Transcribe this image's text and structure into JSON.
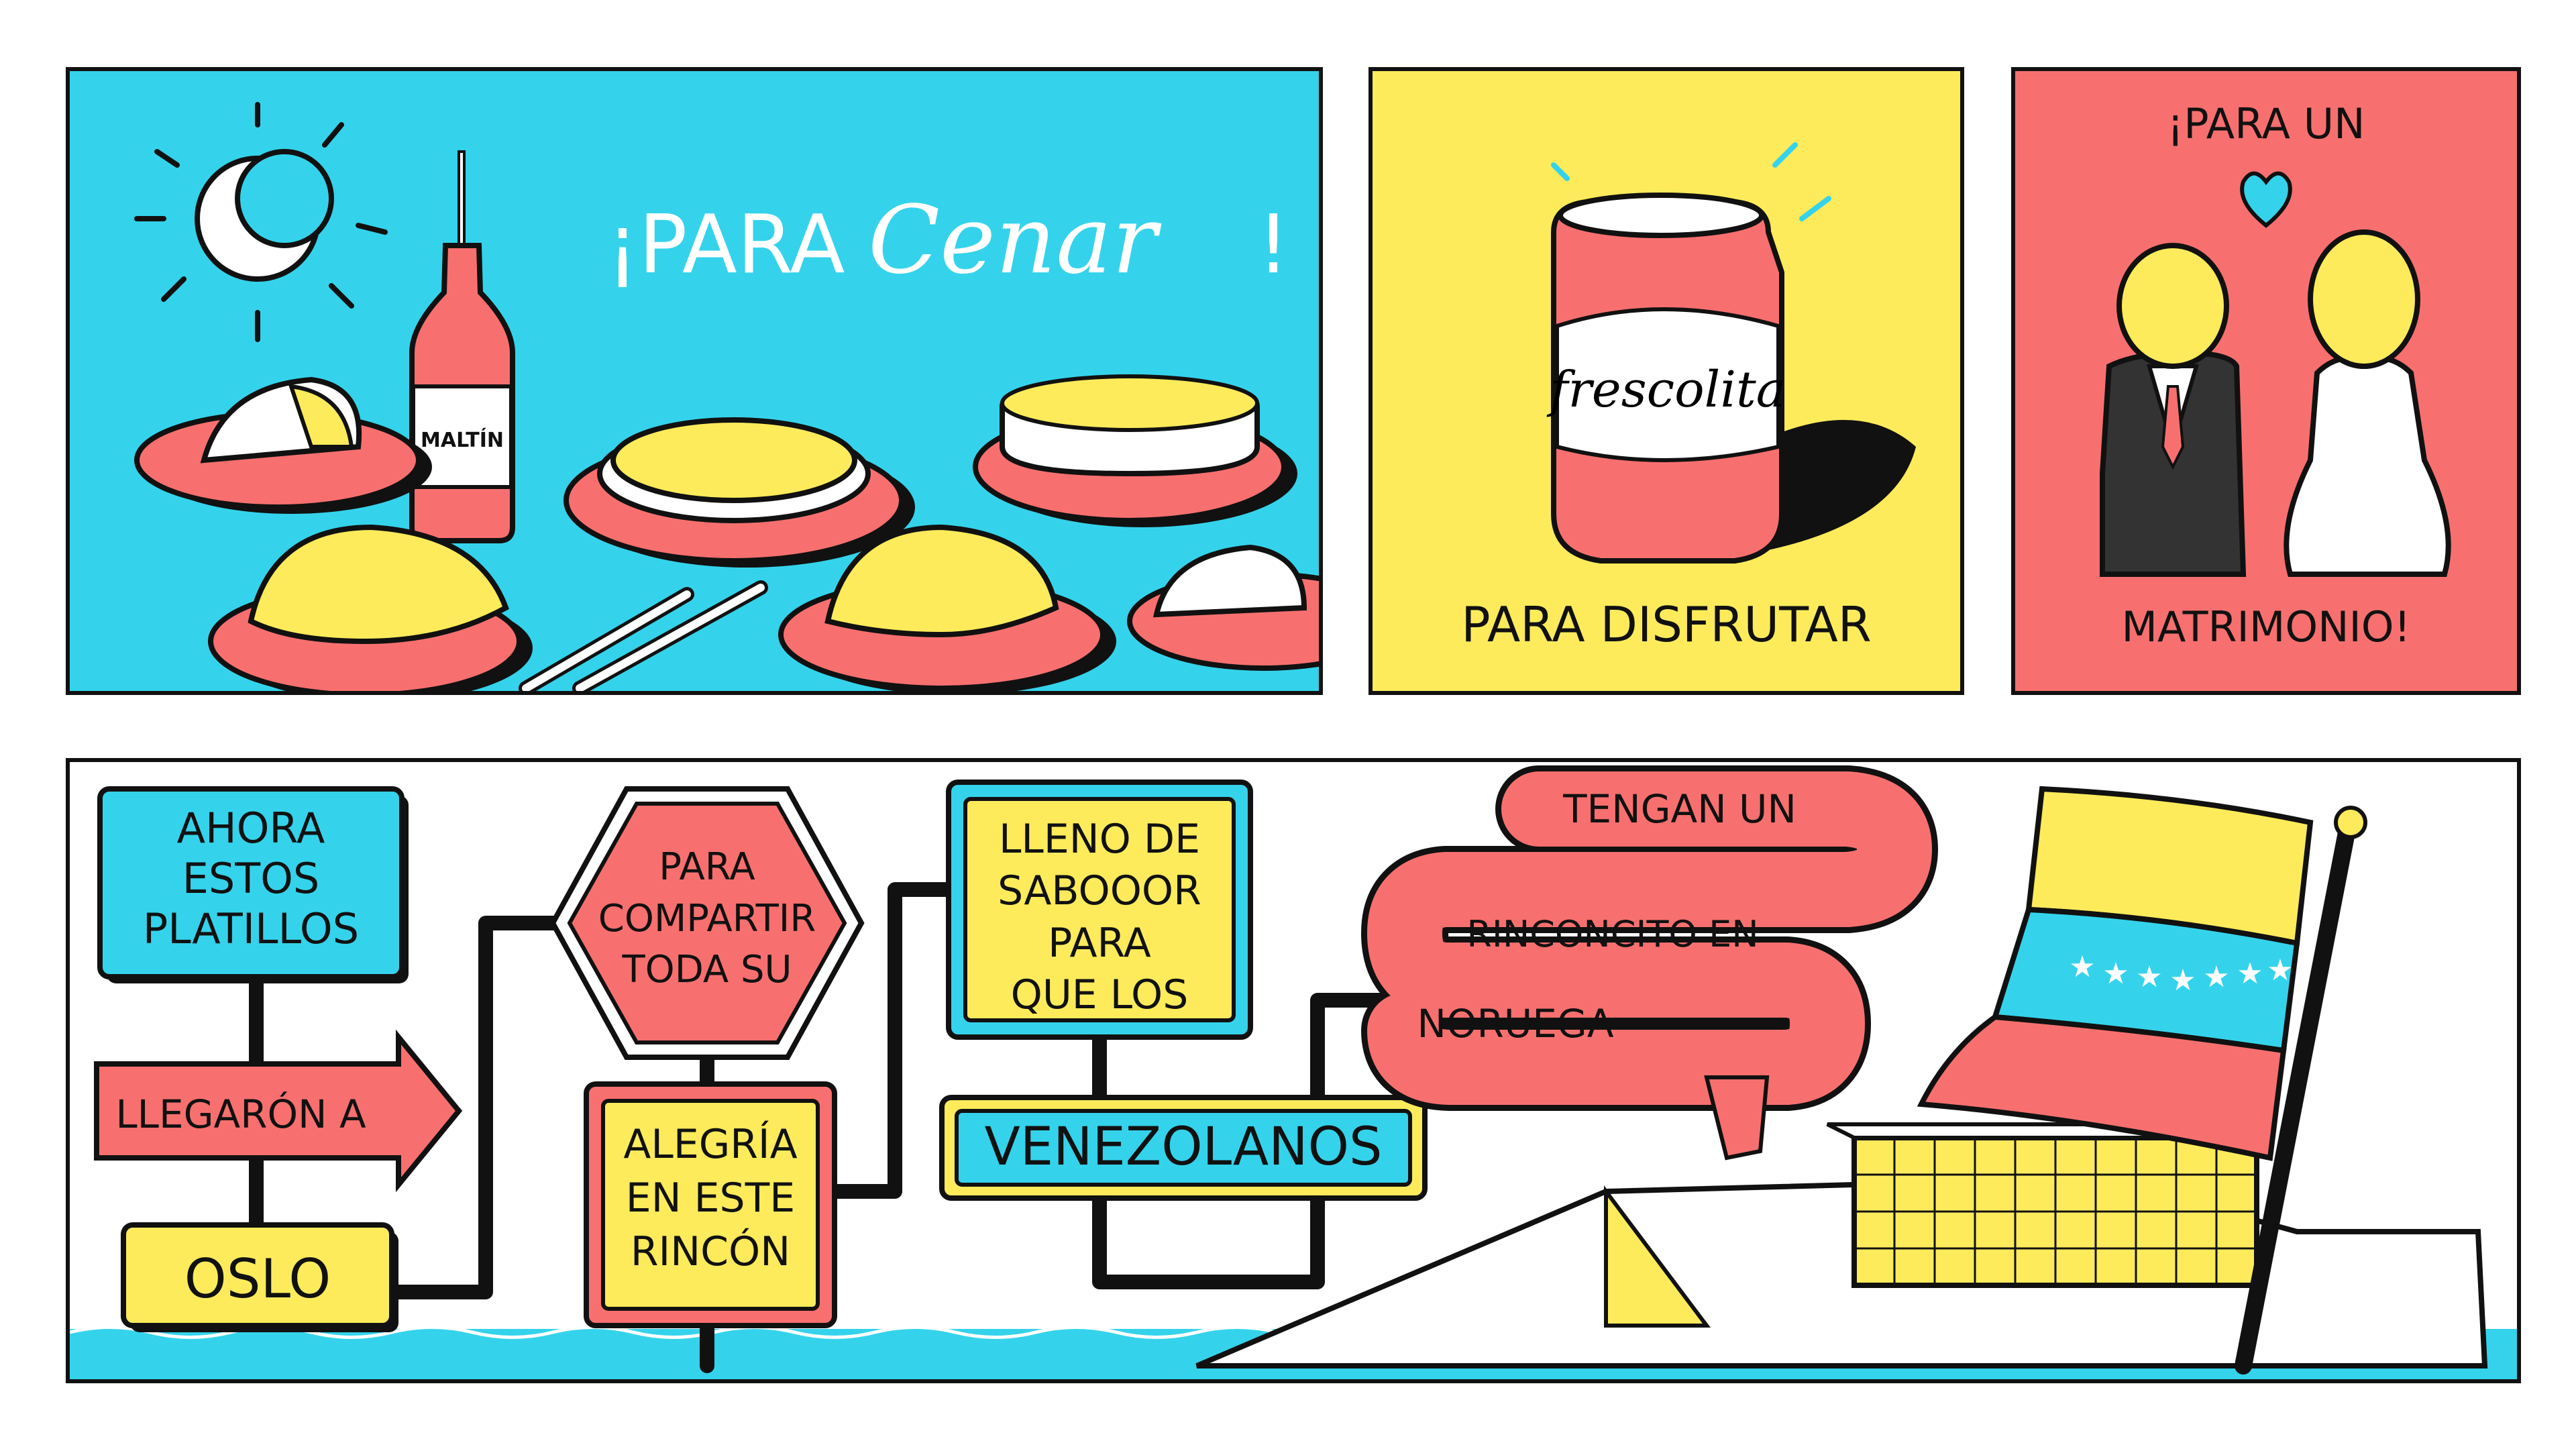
{
  "panel_dinner": {
    "title_prefix": "¡PARA",
    "title_script": "Cenar",
    "title_suffix": "!",
    "bottle_label": "MALTÍN"
  },
  "panel_enjoy": {
    "can_label": "frescolita",
    "caption": "PARA DISFRUTAR"
  },
  "panel_wedding": {
    "top_caption": "¡PARA UN",
    "bottom_caption": "MATRIMONIO!"
  },
  "panel_journey": {
    "sign_1": [
      "AHORA",
      "ESTOS",
      "PLATILLOS"
    ],
    "arrow_sign": "LLEGARÓN A",
    "sign_oslo": "OSLO",
    "hex_sign": [
      "PARA",
      "COMPARTIR",
      "TODA SU"
    ],
    "sign_joy": [
      "ALEGRÍA",
      "EN ESTE",
      "RINCÓN"
    ],
    "sign_flavor": [
      "LLENO DE",
      "SABOOOR",
      "PARA",
      "QUE LOS"
    ],
    "sign_venezolanos": "VENEZOLANOS",
    "ribbon_sign": [
      "TENGAN UN",
      "RINCONCITO EN",
      "NORUEGA"
    ]
  },
  "colors": {
    "cyan": "#34d3eb",
    "yellow": "#fdeb5b",
    "coral": "#f7706f",
    "ink": "#111111"
  }
}
